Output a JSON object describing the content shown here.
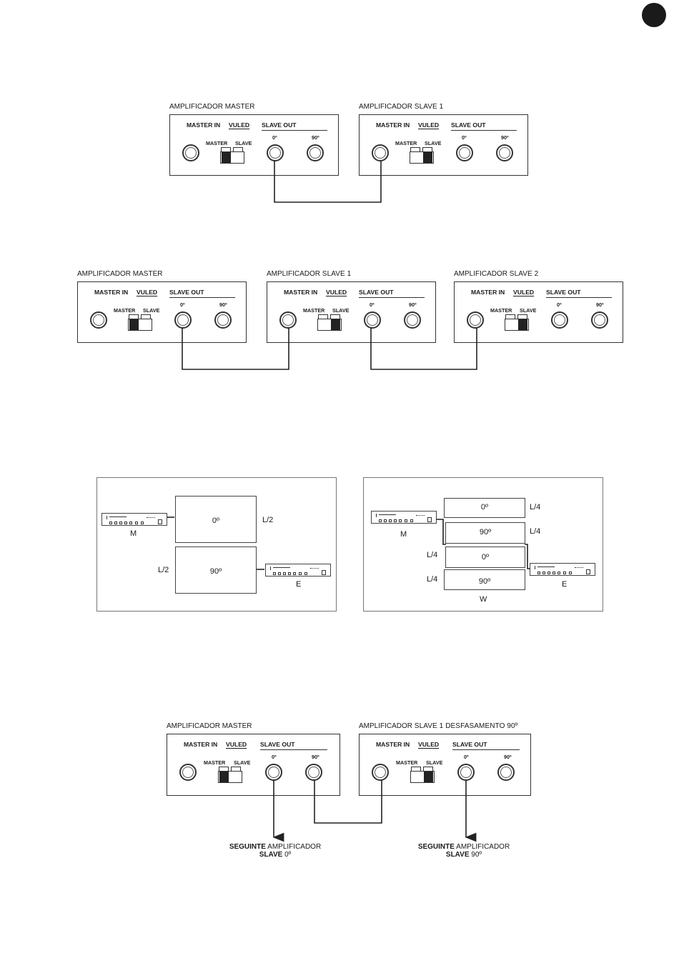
{
  "titles": {
    "master": "AMPLIFICADOR MASTER",
    "slave1_prefix": "AMPLIFICADOR",
    "slave1": "SLAVE 1",
    "slave2": "SLAVE 2",
    "slave1_phase": "SLAVE 1 DESFASAMENTO 90º"
  },
  "panel_labels": {
    "master_in": "MASTER IN",
    "vuled": "VULED",
    "slave_out": "SLAVE OUT",
    "zero": "0º",
    "ninety": "90º",
    "sw_master": "MASTER",
    "sw_slave": "SLAVE"
  },
  "layout_diagrams": {
    "left": {
      "box_top": "0º",
      "box_bottom": "90º",
      "label_right": "L/2",
      "label_left": "L/2",
      "amp_left": "M",
      "amp_right": "E"
    },
    "right": {
      "boxes": [
        "0º",
        "90º",
        "0º",
        "90º"
      ],
      "right_labels": [
        "L/4",
        "L/4"
      ],
      "left_labels": [
        "L/4",
        "L/4"
      ],
      "amp_left": "M",
      "amp_right": "E",
      "bottom": "W"
    }
  },
  "next_amp": {
    "left_line1_bold": "SEGUINTE",
    "left_line1": "AMPLIFICADOR",
    "left_line2_bold": "SLAVE",
    "left_line2": "0º",
    "right_line1_bold": "SEGUINTE",
    "right_line1": "AMPLIFICADOR",
    "right_line2_bold": "SLAVE",
    "right_line2": "90º"
  },
  "colors": {
    "ink": "#1a1a1a",
    "page_marker": "#1a1a1a"
  }
}
